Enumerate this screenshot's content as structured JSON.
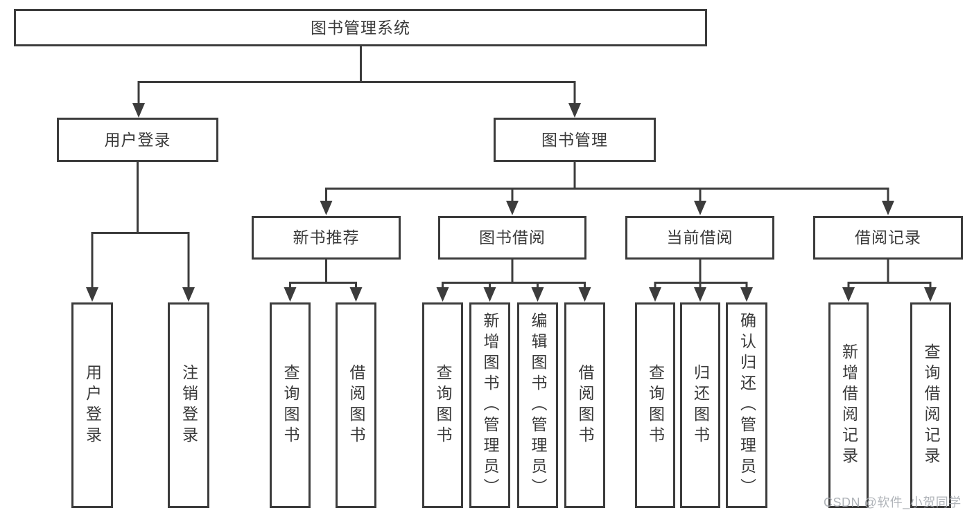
{
  "tree": {
    "root": "图书管理系统",
    "children": [
      {
        "label": "用户登录",
        "children": [
          "用户登录",
          "注销登录"
        ]
      },
      {
        "label": "图书管理",
        "children": [
          {
            "label": "新书推荐",
            "children": [
              "查询图书",
              "借阅图书"
            ]
          },
          {
            "label": "图书借阅",
            "children": [
              "查询图书",
              "新增图书（管理员）",
              "编辑图书（管理员）",
              "借阅图书"
            ]
          },
          {
            "label": "当前借阅",
            "children": [
              "查询图书",
              "归还图书",
              "确认归还（管理员）"
            ]
          },
          {
            "label": "借阅记录",
            "children": [
              "新增借阅记录",
              "查询借阅记录"
            ]
          }
        ]
      }
    ]
  },
  "watermark": {
    "text": "CSDN @软件_小贺同学"
  },
  "colors": {
    "line": "#3c3c3c",
    "box_border": "#3c3c3c",
    "text": "#3a3a3a",
    "watermark": "#a7acb1",
    "background": "#ffffff"
  }
}
